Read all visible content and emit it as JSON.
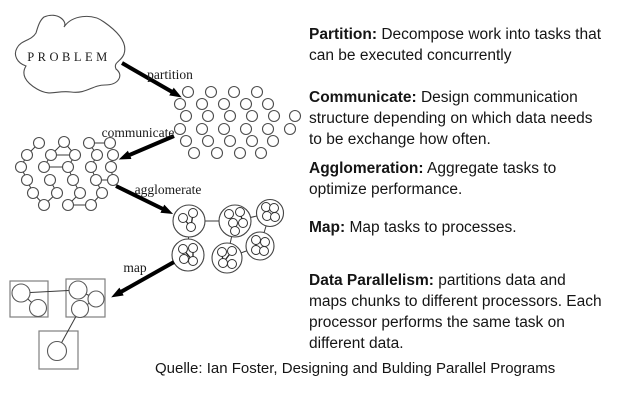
{
  "diagram": {
    "problem_label": "PROBLEM",
    "arrow_labels": {
      "partition": "partition",
      "communicate": "communicate",
      "agglomerate": "agglomerate",
      "map": "map"
    }
  },
  "definitions": [
    {
      "term": "Partition:",
      "rest": "Decompose work into tasks that",
      "line2": "can be executed concurrently"
    },
    {
      "term": "Communicate:",
      "rest": "Design communication",
      "line2": "structure depending on which data needs",
      "line3": "to be exchange how often."
    },
    {
      "term": "Agglomeration:",
      "rest": "Aggregate tasks to",
      "line2": "optimize performance."
    },
    {
      "term": "Map:",
      "rest": "Map tasks to processes."
    },
    {
      "term": "Data Parallelism:",
      "rest": "partitions data and",
      "line2": "maps chunks to different processors. Each",
      "line3": "processor performs the same task on",
      "line4": "different data."
    }
  ],
  "caption": "Quelle: Ian Foster, Designing and Bulding Parallel Programs",
  "colors": {
    "background": "#ffffff",
    "ink": "#111111",
    "diagram_stroke": "#4d4d4d",
    "box_stroke": "#7f7f7f"
  }
}
